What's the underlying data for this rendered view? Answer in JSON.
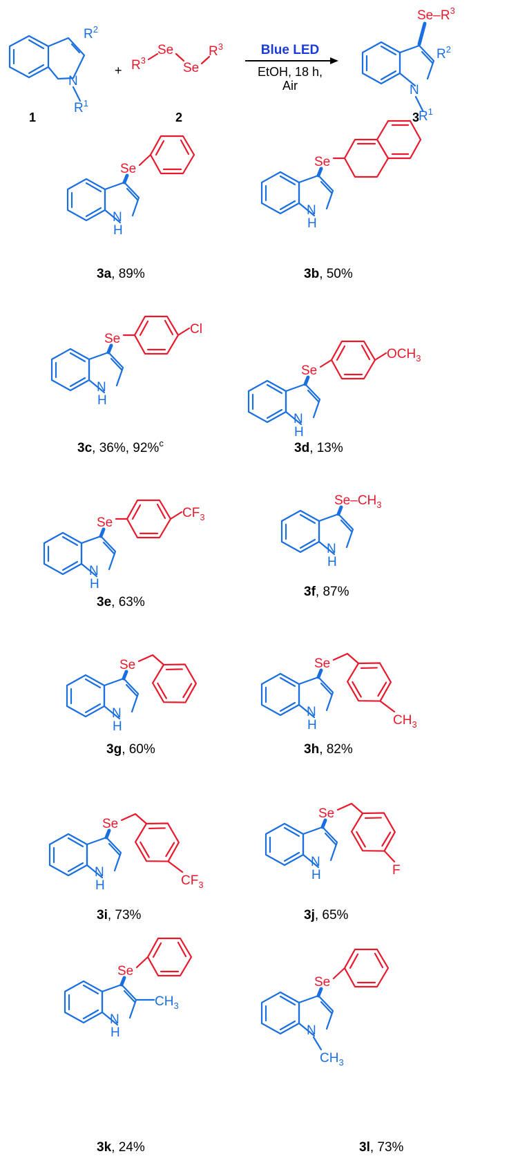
{
  "scheme": {
    "reagent1_label": "1",
    "reagent2_label": "2",
    "product_label": "3",
    "plus": "+",
    "condition_light": "Blue LED",
    "condition_solvent": "EtOH, 18 h,",
    "condition_atm": "Air",
    "atoms": {
      "Se": "Se",
      "R": "R",
      "sup1": "1",
      "sup2": "2",
      "sup3": "3",
      "N": "N",
      "NH_H": "H",
      "Cl": "Cl",
      "OCH": "OCH",
      "CF": "CF",
      "CH": "CH",
      "F": "F",
      "three": "3"
    }
  },
  "compounds": [
    {
      "id": "3a",
      "yield": ", 89%",
      "note": ""
    },
    {
      "id": "3b",
      "yield": ", 50%",
      "note": ""
    },
    {
      "id": "3c",
      "yield": ", 36%, 92%",
      "note": "c"
    },
    {
      "id": "3d",
      "yield": ", 13%",
      "note": ""
    },
    {
      "id": "3e",
      "yield": ", 63%",
      "note": ""
    },
    {
      "id": "3f",
      "yield": ", 87%",
      "note": ""
    },
    {
      "id": "3g",
      "yield": ", 60%",
      "note": ""
    },
    {
      "id": "3h",
      "yield": ", 82%",
      "note": ""
    },
    {
      "id": "3i",
      "yield": ", 73%",
      "note": ""
    },
    {
      "id": "3j",
      "yield": ", 65%",
      "note": ""
    },
    {
      "id": "3k",
      "yield": ", 24%",
      "note": ""
    },
    {
      "id": "3l",
      "yield": ", 73%",
      "note": ""
    }
  ],
  "colors": {
    "indole": "#1a6fe0",
    "selenium_group": "#e8192c",
    "led": "#1a3cd6"
  }
}
